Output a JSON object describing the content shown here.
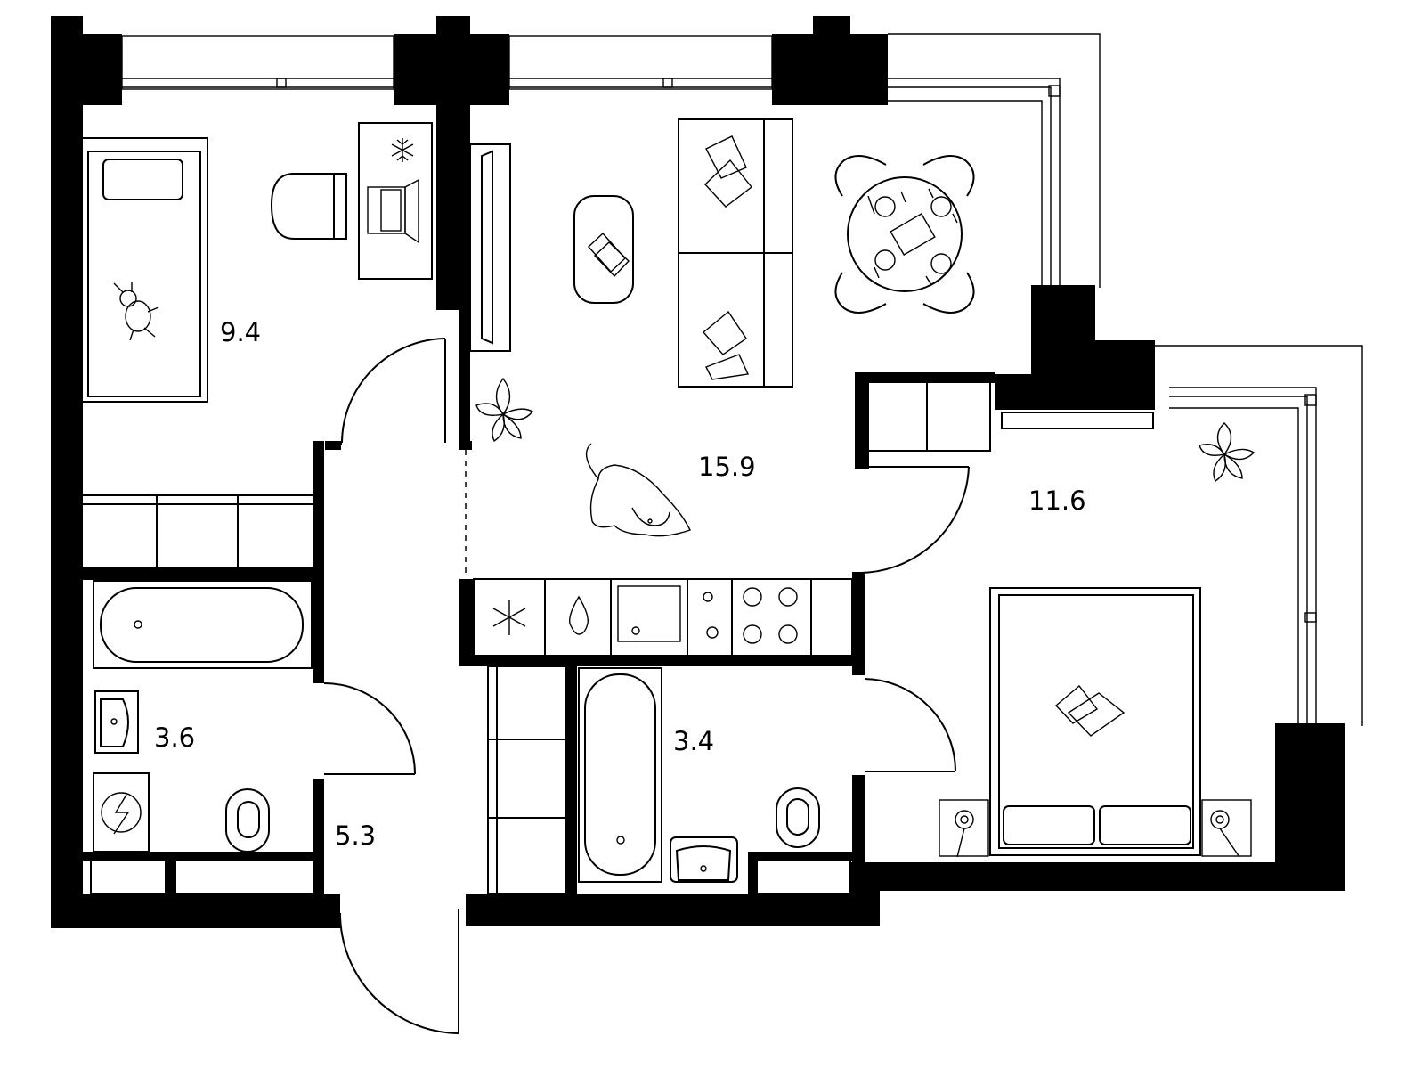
{
  "rooms": [
    {
      "id": "bedroom-small",
      "area": "9.4"
    },
    {
      "id": "living-kitchen",
      "area": "15.9"
    },
    {
      "id": "bedroom-main",
      "area": "11.6"
    },
    {
      "id": "bathroom-left",
      "area": "3.6"
    },
    {
      "id": "hallway",
      "area": "5.3"
    },
    {
      "id": "bathroom-right",
      "area": "3.4"
    }
  ],
  "colors": {
    "wall": "#000000",
    "background": "#ffffff",
    "line": "#000000"
  },
  "icons": [
    "snowflake-icon",
    "teddy-bunny-icon",
    "flower-icon",
    "dog-icon",
    "pillow-icon",
    "lamp-icon",
    "laptop-icon",
    "utensils-icon"
  ]
}
